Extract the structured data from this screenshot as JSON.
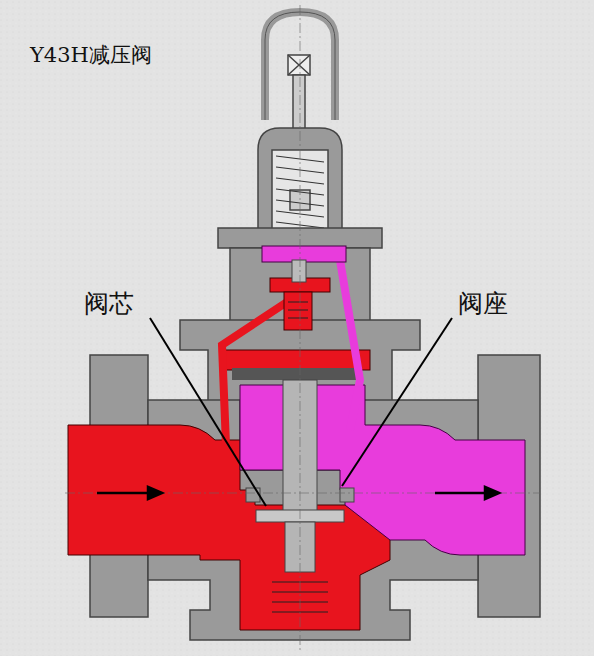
{
  "diagram": {
    "title": "Y43H减压阀",
    "labels": [
      "阀芯",
      "阀座"
    ]
  }
}
